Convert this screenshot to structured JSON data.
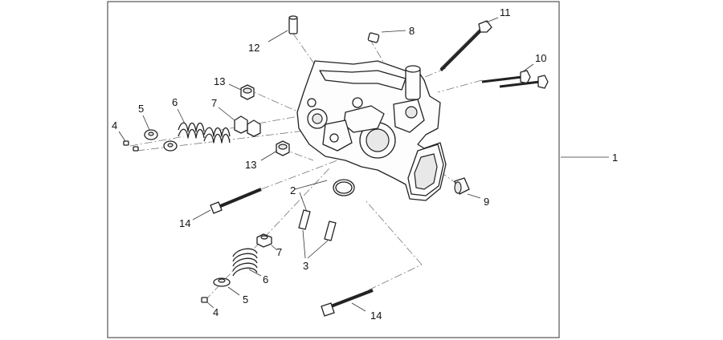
{
  "callouts": {
    "c1": "1",
    "c2": "2",
    "c3": "3",
    "c4a": "4",
    "c4b": "4",
    "c5a": "5",
    "c5b": "5",
    "c6a": "6",
    "c6b": "6",
    "c7a": "7",
    "c7b": "7",
    "c8": "8",
    "c9": "9",
    "c10": "10",
    "c11": "11",
    "c12": "12",
    "c13a": "13",
    "c13b": "13",
    "c14a": "14",
    "c14b": "14"
  }
}
